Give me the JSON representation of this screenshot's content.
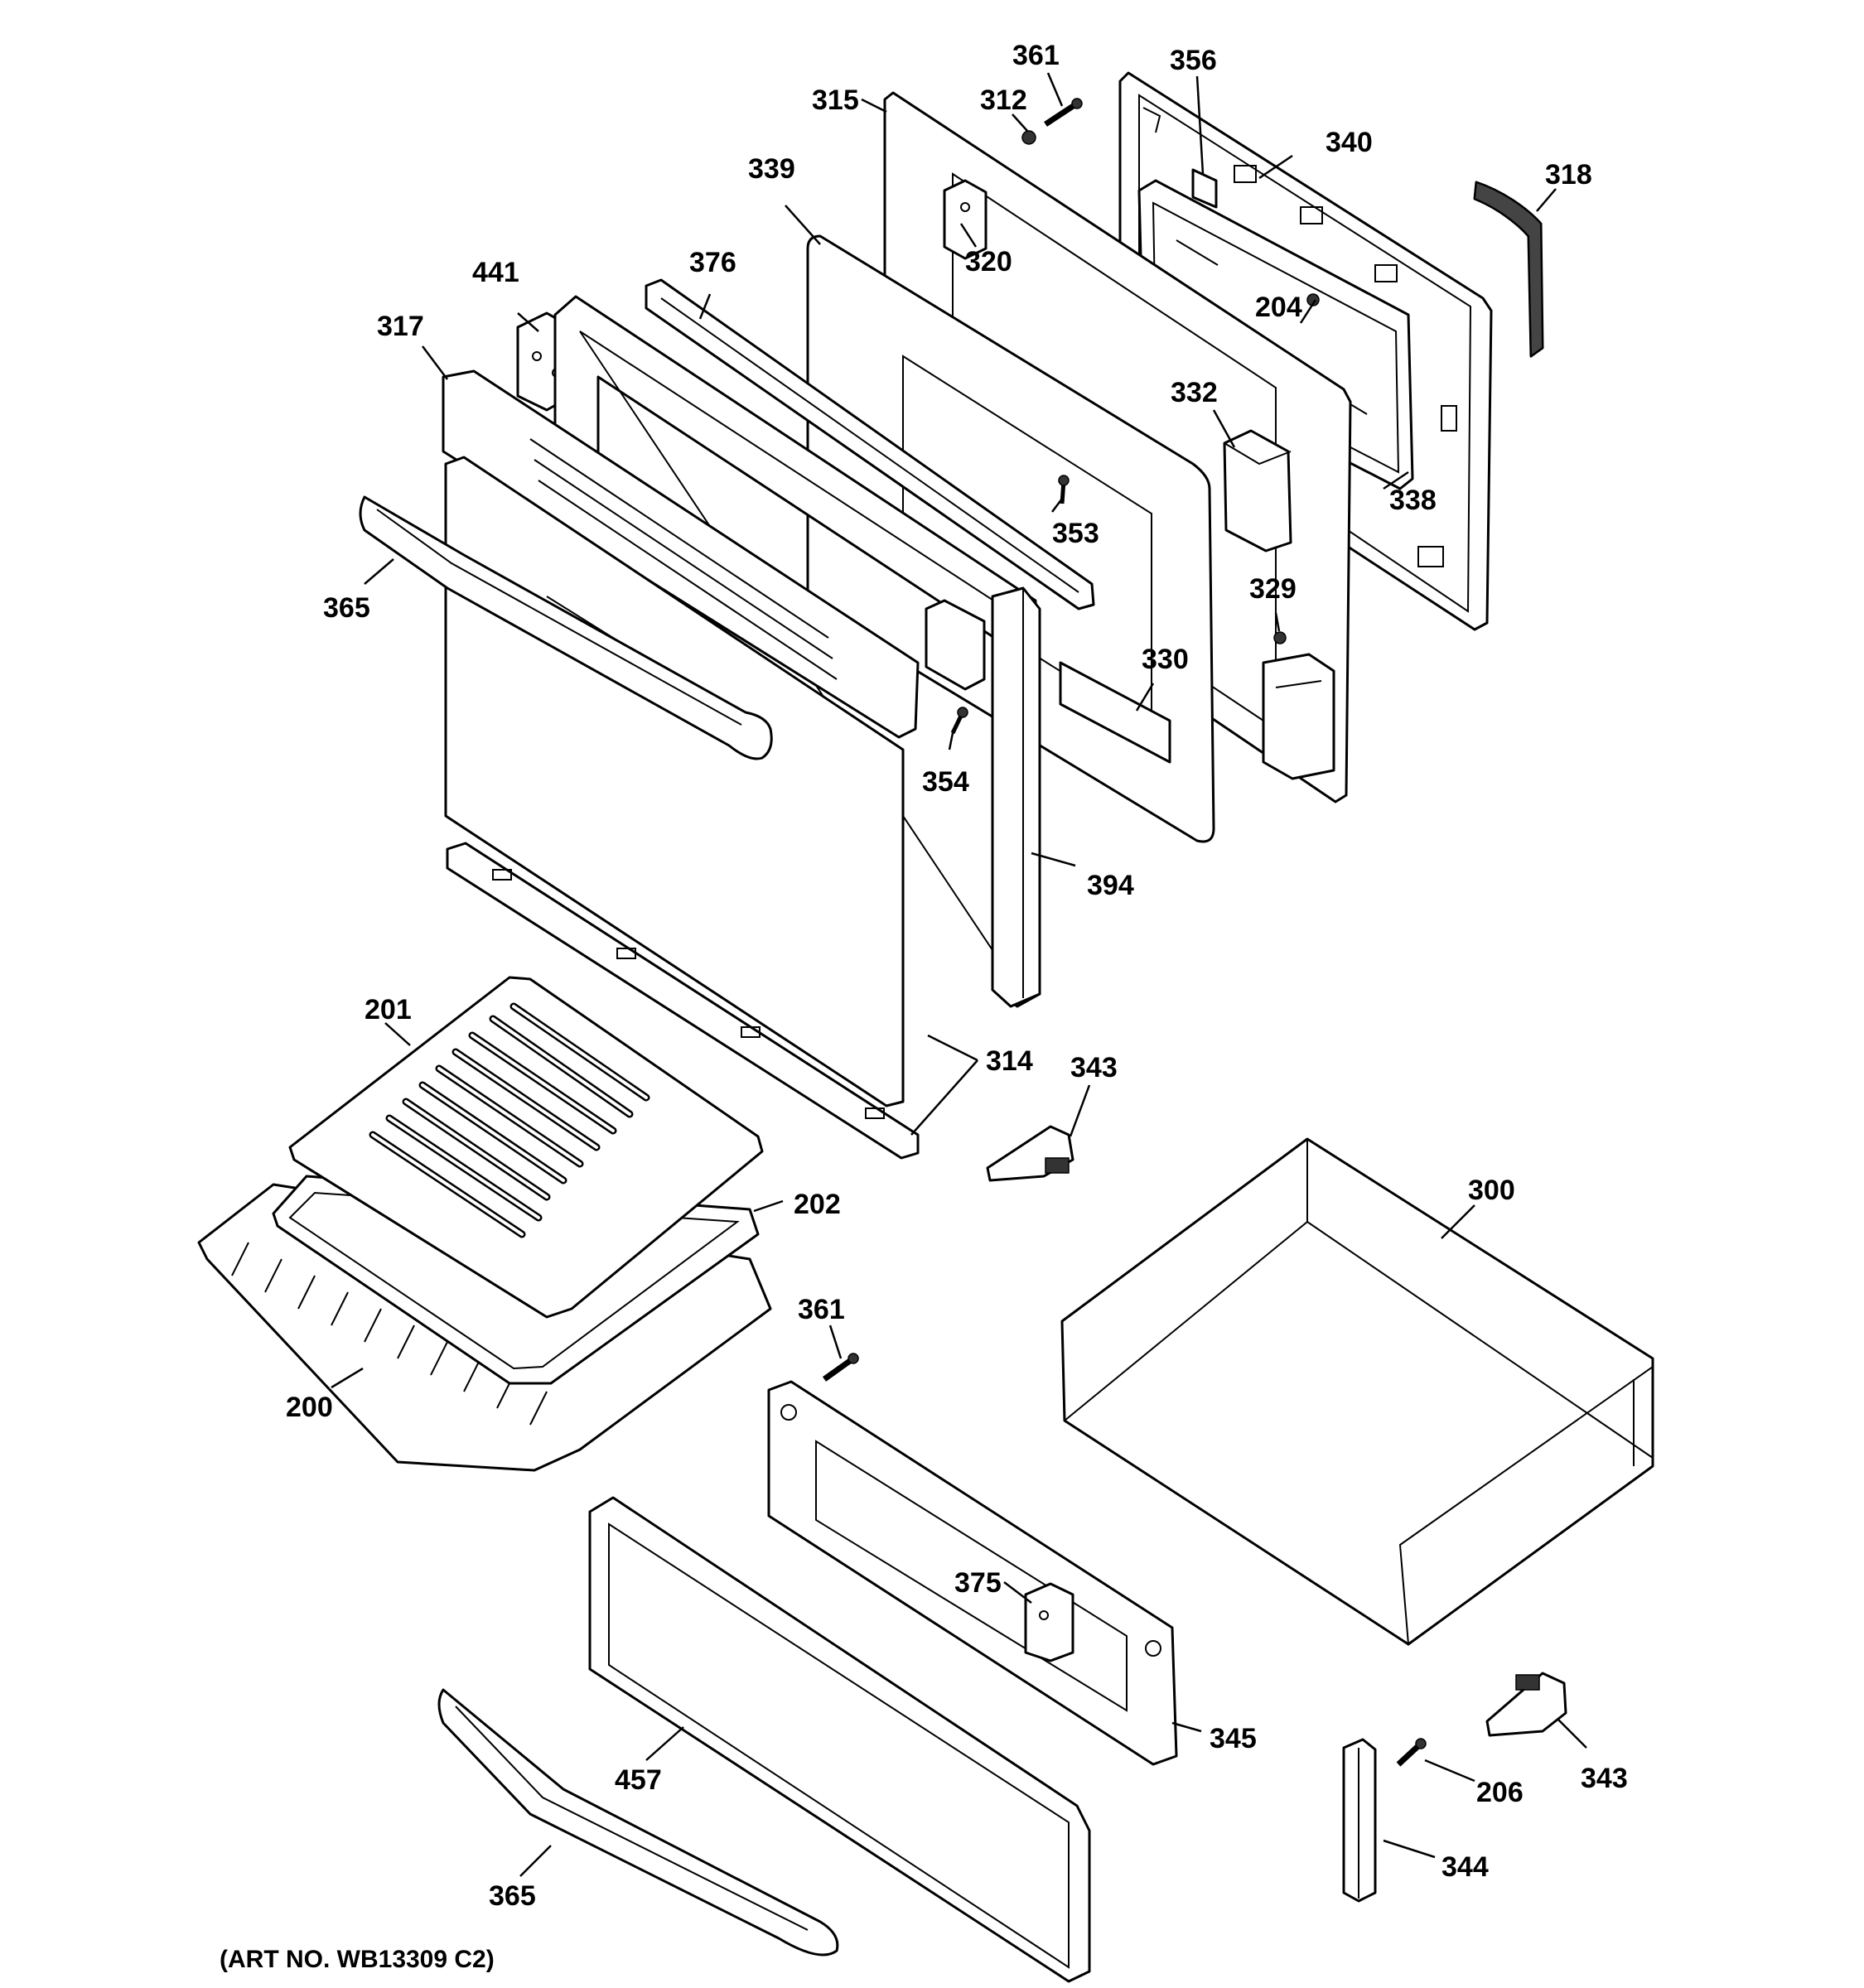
{
  "art_number": "(ART NO. WB13309 C2)",
  "labels": [
    {
      "id": "361-top",
      "text": "361"
    },
    {
      "id": "356",
      "text": "356"
    },
    {
      "id": "315",
      "text": "315"
    },
    {
      "id": "312",
      "text": "312"
    },
    {
      "id": "340",
      "text": "340"
    },
    {
      "id": "318",
      "text": "318"
    },
    {
      "id": "339",
      "text": "339"
    },
    {
      "id": "320",
      "text": "320"
    },
    {
      "id": "376",
      "text": "376"
    },
    {
      "id": "441",
      "text": "441"
    },
    {
      "id": "204",
      "text": "204"
    },
    {
      "id": "317",
      "text": "317"
    },
    {
      "id": "332",
      "text": "332"
    },
    {
      "id": "338",
      "text": "338"
    },
    {
      "id": "353",
      "text": "353"
    },
    {
      "id": "365-top",
      "text": "365"
    },
    {
      "id": "329",
      "text": "329"
    },
    {
      "id": "330",
      "text": "330"
    },
    {
      "id": "354",
      "text": "354"
    },
    {
      "id": "394",
      "text": "394"
    },
    {
      "id": "201",
      "text": "201"
    },
    {
      "id": "314",
      "text": "314"
    },
    {
      "id": "343-top",
      "text": "343"
    },
    {
      "id": "300",
      "text": "300"
    },
    {
      "id": "202",
      "text": "202"
    },
    {
      "id": "361-bottom",
      "text": "361"
    },
    {
      "id": "200",
      "text": "200"
    },
    {
      "id": "375",
      "text": "375"
    },
    {
      "id": "345",
      "text": "345"
    },
    {
      "id": "457",
      "text": "457"
    },
    {
      "id": "206",
      "text": "206"
    },
    {
      "id": "343-bottom",
      "text": "343"
    },
    {
      "id": "344",
      "text": "344"
    },
    {
      "id": "365-bottom",
      "text": "365"
    }
  ]
}
